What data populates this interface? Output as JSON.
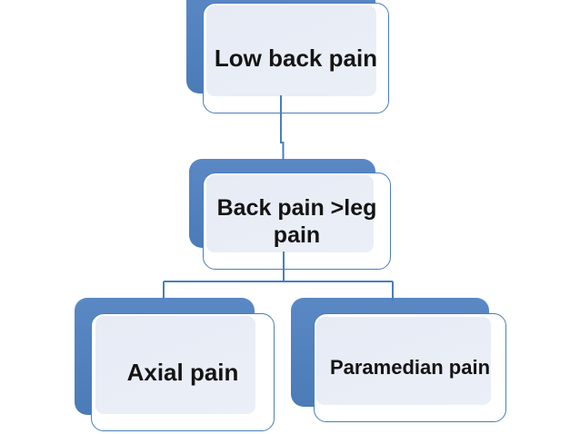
{
  "diagram": {
    "type": "hierarchy-flowchart",
    "background_color": "#ffffff",
    "accent_color": "#4f81bd",
    "outline_color": "#4a7ebc",
    "panel_color": "#e9edf6",
    "text_color": "#141414",
    "nodes": [
      {
        "id": "low-back-pain",
        "label": "Low back pain",
        "level": 1
      },
      {
        "id": "back-pain-leg-pain",
        "label": "Back pain >leg pain",
        "level": 2
      },
      {
        "id": "axial-pain",
        "label": "Axial pain",
        "level": 3
      },
      {
        "id": "paramedian-pain",
        "label": "Paramedian pain",
        "level": 3
      }
    ],
    "edges": [
      {
        "from": "low-back-pain",
        "to": "back-pain-leg-pain"
      },
      {
        "from": "back-pain-leg-pain",
        "to": "axial-pain"
      },
      {
        "from": "back-pain-leg-pain",
        "to": "paramedian-pain"
      }
    ]
  }
}
